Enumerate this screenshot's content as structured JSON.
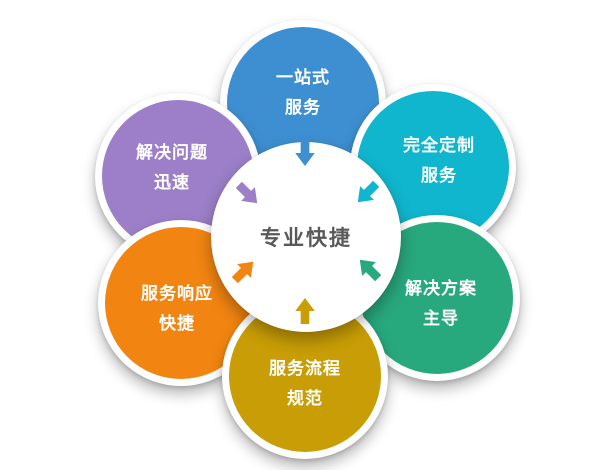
{
  "diagram": {
    "center": {
      "label": "专业快捷",
      "text_color": "#595959",
      "background": "#ffffff"
    },
    "petals": [
      {
        "position": "top",
        "line1": "一站式",
        "line2": "服务",
        "color": "#3e8fd1"
      },
      {
        "position": "top-left",
        "line1": "解决问题",
        "line2": "迅速",
        "color": "#9c7fc8"
      },
      {
        "position": "top-right",
        "line1": "完全定制",
        "line2": "服务",
        "color": "#10b6ce"
      },
      {
        "position": "bottom-left",
        "line1": "服务响应",
        "line2": "快捷",
        "color": "#f28511"
      },
      {
        "position": "bottom-right",
        "line1": "解决方案",
        "line2": "主导",
        "color": "#28a87d"
      },
      {
        "position": "bottom",
        "line1": "服务流程",
        "line2": "规范",
        "color": "#c89d05"
      }
    ]
  }
}
